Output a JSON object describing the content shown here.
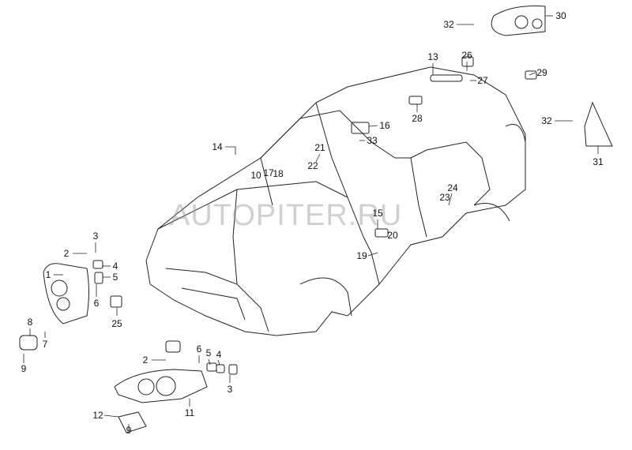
{
  "watermark": "AUTOPITER.RU",
  "callouts": [
    {
      "id": "30",
      "label": "30"
    },
    {
      "id": "32a",
      "label": "32"
    },
    {
      "id": "13",
      "label": "13"
    },
    {
      "id": "26",
      "label": "26"
    },
    {
      "id": "27",
      "label": "27"
    },
    {
      "id": "29",
      "label": "29"
    },
    {
      "id": "28",
      "label": "28"
    },
    {
      "id": "16",
      "label": "16"
    },
    {
      "id": "33",
      "label": "33"
    },
    {
      "id": "32b",
      "label": "32"
    },
    {
      "id": "31",
      "label": "31"
    },
    {
      "id": "14",
      "label": "14"
    },
    {
      "id": "21",
      "label": "21"
    },
    {
      "id": "22",
      "label": "22"
    },
    {
      "id": "10",
      "label": "10"
    },
    {
      "id": "17",
      "label": "17"
    },
    {
      "id": "18",
      "label": "18"
    },
    {
      "id": "24",
      "label": "24"
    },
    {
      "id": "23",
      "label": "23"
    },
    {
      "id": "15",
      "label": "15"
    },
    {
      "id": "20",
      "label": "20"
    },
    {
      "id": "19",
      "label": "19"
    },
    {
      "id": "3a",
      "label": "3"
    },
    {
      "id": "2a",
      "label": "2"
    },
    {
      "id": "4a",
      "label": "4"
    },
    {
      "id": "5a",
      "label": "5"
    },
    {
      "id": "1",
      "label": "1"
    },
    {
      "id": "6a",
      "label": "6"
    },
    {
      "id": "25",
      "label": "25"
    },
    {
      "id": "8",
      "label": "8"
    },
    {
      "id": "7",
      "label": "7"
    },
    {
      "id": "9a",
      "label": "9"
    },
    {
      "id": "2b",
      "label": "2"
    },
    {
      "id": "6b",
      "label": "6"
    },
    {
      "id": "5b",
      "label": "5"
    },
    {
      "id": "4b",
      "label": "4"
    },
    {
      "id": "3b",
      "label": "3"
    },
    {
      "id": "11",
      "label": "11"
    },
    {
      "id": "12",
      "label": "12"
    },
    {
      "id": "9b",
      "label": "9"
    }
  ]
}
